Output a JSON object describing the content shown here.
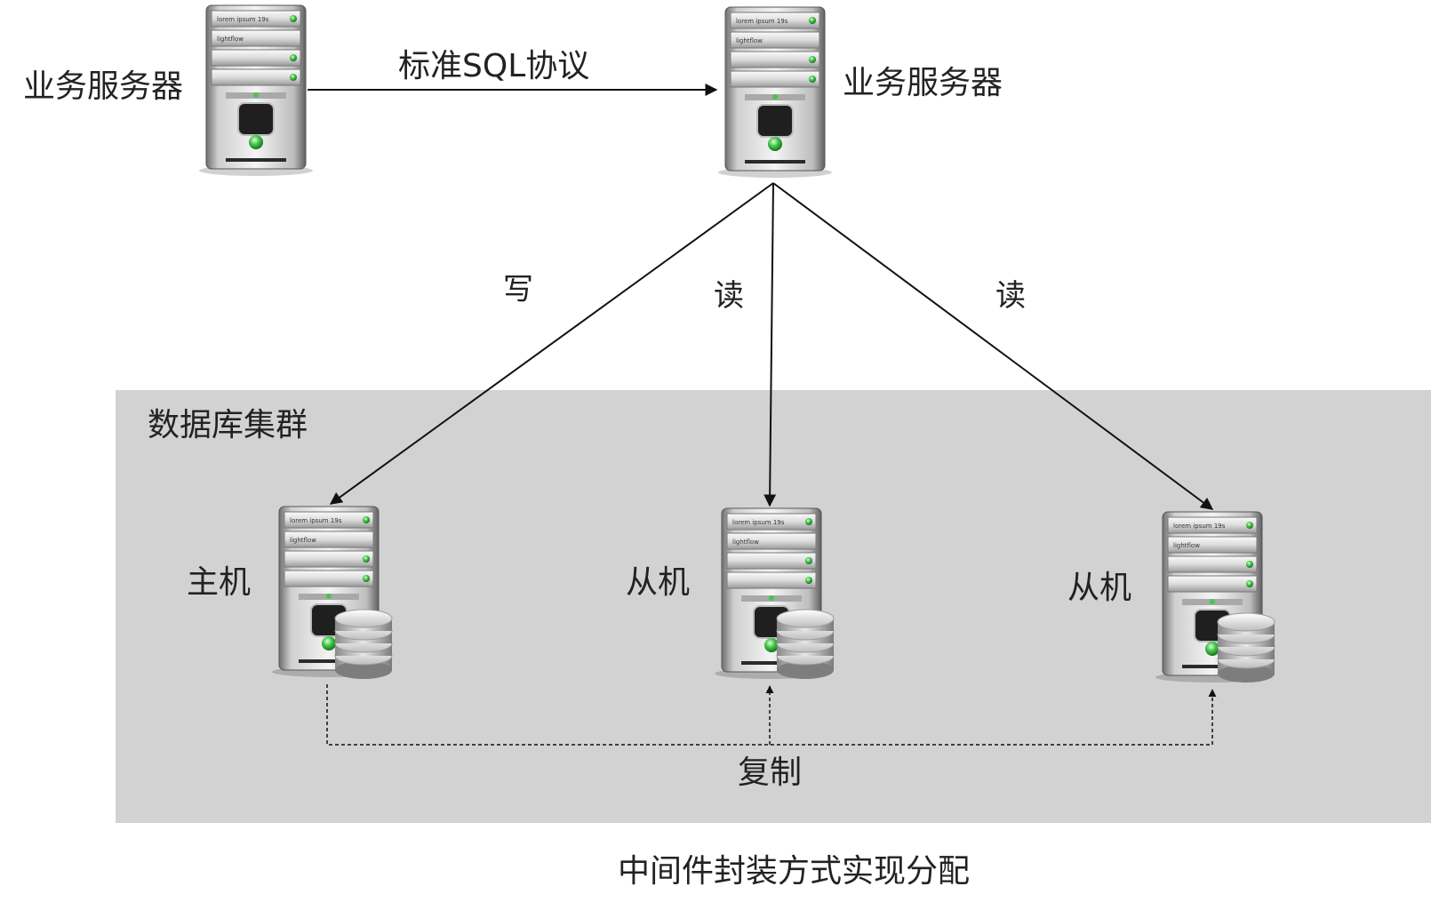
{
  "caption": "中间件封装方式实现分配",
  "app_server_left": {
    "label": "业务服务器",
    "plate_1": "lorem ipsum 19s",
    "plate_2": "lightflow"
  },
  "app_server_right": {
    "label": "业务服务器",
    "plate_1": "lorem ipsum 19s",
    "plate_2": "lightflow"
  },
  "protocol_arrow": {
    "label": "标准SQL协议"
  },
  "cluster": {
    "title": "数据库集群",
    "master": {
      "label": "主机",
      "plate_1": "lorem ipsum 19s",
      "plate_2": "lightflow"
    },
    "slave_1": {
      "label": "从机",
      "plate_1": "lorem ipsum 19s",
      "plate_2": "lightflow"
    },
    "slave_2": {
      "label": "从机",
      "plate_1": "lorem ipsum 19s",
      "plate_2": "lightflow"
    }
  },
  "edges": {
    "write": "写",
    "read_1": "读",
    "read_2": "读",
    "replicate": "复制"
  },
  "colors": {
    "cluster_bg": "#d3d2d3",
    "led_green": "#46c64a",
    "line": "#111111"
  }
}
